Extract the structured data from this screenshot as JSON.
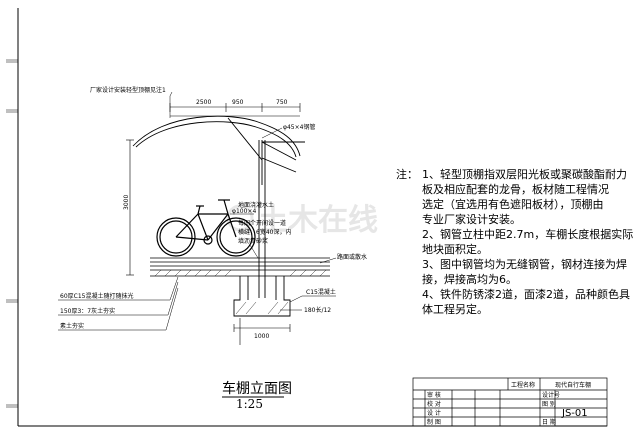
{
  "annotations": {
    "canopy_note": "厂家设计安装轻型顶棚见注1",
    "pipe_spec": "φ45×4钢管",
    "phi100": "φ100×4",
    "pour_note_1": "地面浇灌水土",
    "pour_note_2": "每间个开间设一道",
    "pour_note_3": "横缝，6宽40深，内",
    "pour_note_4": "填沥青砂浆",
    "road_note": "路面或散水",
    "c15_concrete": "C15混凝土",
    "rebar_spec": "180长/12",
    "base_1": "60厚C15混凝土随打随抹光",
    "base_2": "150厚3：7灰土夯实",
    "base_3": "素土夯实"
  },
  "dimensions": {
    "top_total": "2500",
    "top_left": "950",
    "top_right": "750",
    "height": "3000",
    "foot_width": "1000"
  },
  "notes": {
    "prefix": "注：",
    "items": [
      "1、轻型顶棚指双层阳光板或聚碳酸酯耐力",
      "    板及相应配套的龙骨，板材随工程情况",
      "    选定（宜选用有色遮阳板材），顶棚由",
      "    专业厂家设计安装。",
      "2、钢管立柱中距2.7m，车棚长度根据实际",
      "    地块面积定。",
      "3、图中钢管均为无缝钢管，钢材连接为焊",
      "    接，焊接高均为6。",
      "4、铁件防锈漆2道，面漆2道，品种颜色具",
      "    体工程另定。"
    ]
  },
  "drawing_title": "车棚立面图",
  "drawing_scale": "1:25",
  "title_block": {
    "project_label": "工程名称",
    "project_name": "现代自行车棚",
    "rows": [
      "审  核",
      "校  对",
      "设  计",
      "制  图"
    ],
    "design_no": "设计号",
    "drawing_no_label": "图  别",
    "drawing_no": "JS-01",
    "date_label": "日  期"
  },
  "watermark": "土木在线"
}
